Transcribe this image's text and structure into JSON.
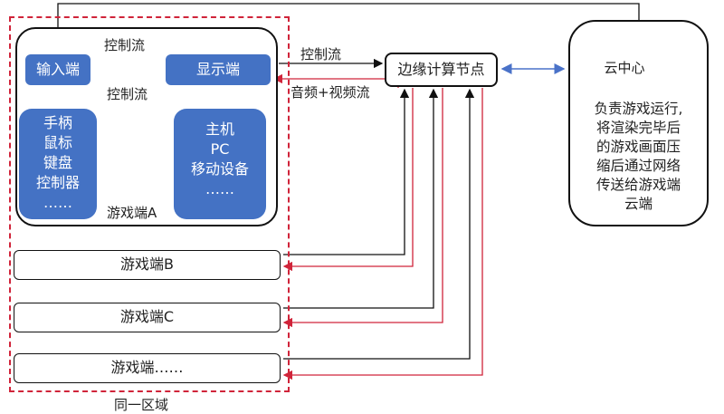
{
  "region": {
    "label": "同一区域"
  },
  "terminal_a": {
    "label": "游戏端A",
    "input": "输入端",
    "display": "显示端",
    "control_top": "控制流",
    "control_bottom": "控制流",
    "left_devices": [
      "手柄",
      "鼠标",
      "键盘",
      "控制器",
      "……"
    ],
    "right_devices": [
      "主机",
      "PC",
      "移动设备",
      "……"
    ]
  },
  "terminals": [
    "游戏端B",
    "游戏端C",
    "游戏端……"
  ],
  "edge": {
    "label": "边缘计算节点",
    "control_flow": "控制流",
    "av_flow": "音频+视频流"
  },
  "cloud": {
    "label": "云中心",
    "description": [
      "负责游戏运行,",
      "将渲染完毕后",
      "的游戏画面压",
      "缩后通过网络",
      "传送给游戏端",
      "云端"
    ]
  },
  "colors": {
    "accent_blue": "#4472c4",
    "red": "#d0243a",
    "link_blue": "#4a72c8"
  }
}
